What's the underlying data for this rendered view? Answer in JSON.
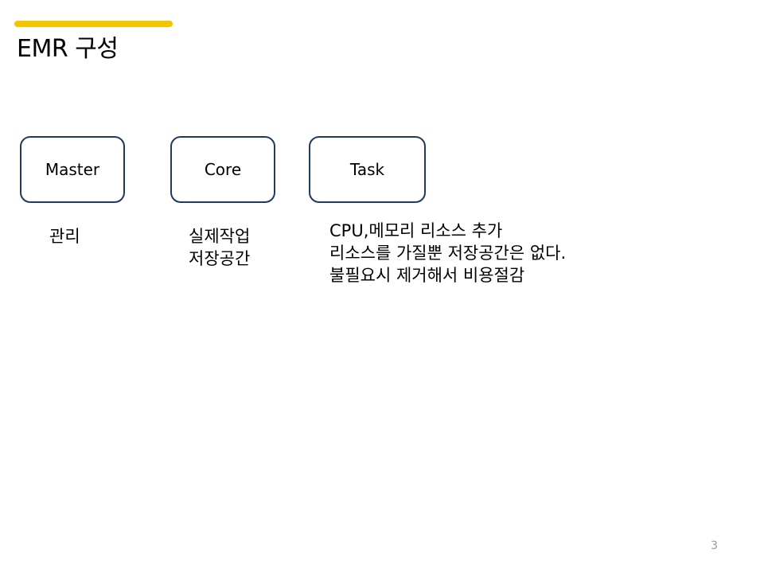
{
  "slide": {
    "title": "EMR 구성",
    "page_number": "3",
    "accent_color": "#f5c400",
    "box_border_color": "#1f3a5f"
  },
  "nodes": [
    {
      "label": "Master",
      "description": [
        "관리"
      ]
    },
    {
      "label": "Core",
      "description": [
        "실제작업",
        "저장공간"
      ]
    },
    {
      "label": "Task",
      "description": [
        "CPU,메모리 리소스 추가",
        "리소스를 가질뿐 저장공간은 없다.",
        "불필요시 제거해서 비용절감"
      ]
    }
  ]
}
